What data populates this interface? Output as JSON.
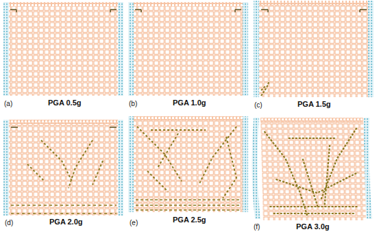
{
  "diagram": {
    "labels": [
      "(a)",
      "PGA 0.5g",
      "(b)",
      "PGA 1.0g",
      "(c)",
      "PGA 1.5g",
      "(d)",
      "PGA 2.0g",
      "(e)",
      "PGA 2.5g",
      "(f)",
      "PGA 3.0g"
    ]
  }
}
